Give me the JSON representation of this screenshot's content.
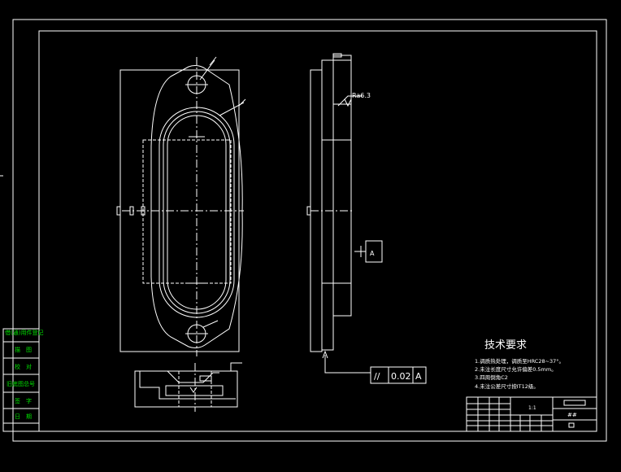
{
  "drawing": {
    "roughness_note": "Ra6.3",
    "tech_requirements": {
      "title": "技术要求",
      "items": [
        "1.调质热处理，调质至HRC28~37°。",
        "2.未注长度尺寸允许偏差0.5mm。",
        "3.四周倒角C2",
        "4.未注公差尺寸按IT12级。"
      ]
    },
    "tolerance_frame": {
      "symbol": "//",
      "value": "0.02",
      "datum": "A"
    },
    "datum_label": "A",
    "title_block": {
      "scale": "1:1",
      "name": "##"
    },
    "side_labels": [
      "借(通)用件登记",
      "描　图",
      "校　对",
      "旧底图总号",
      "签　字",
      "日　期"
    ],
    "colors": {
      "background": "#000000",
      "lines": "#ffffff",
      "side_labels": "#00e000"
    }
  }
}
